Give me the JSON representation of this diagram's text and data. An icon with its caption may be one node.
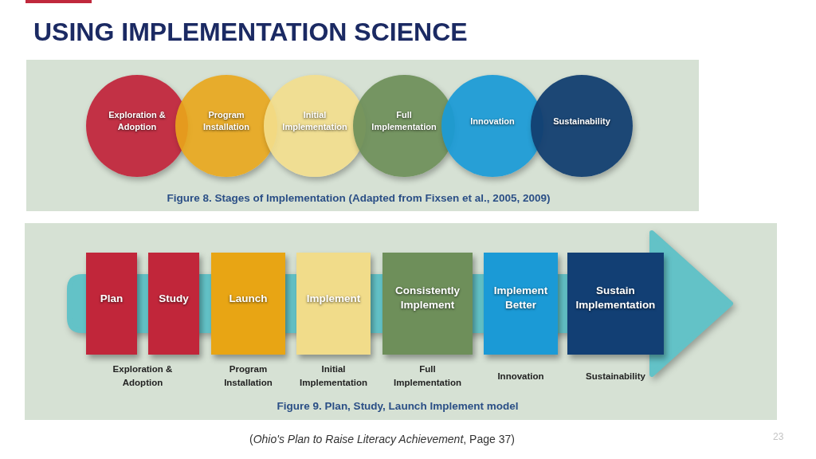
{
  "diagram": {
    "title": "USING IMPLEMENTATION SCIENCE",
    "nodes": [
      {
        "text": [
          "Figure 8. Stages of Implementation (Adapted from Fixsen et al., 2005, 2009)"
        ]
      },
      {
        "text": [
          "Exploration & Adoption"
        ],
        "in": 0
      },
      {
        "text": [
          "Program Installation"
        ],
        "in": 0
      },
      {
        "text": [
          "Initial Implementation"
        ],
        "in": 0
      },
      {
        "text": [
          "Full Implementation"
        ],
        "in": 0
      },
      {
        "text": [
          "Innovation"
        ],
        "in": 0
      },
      {
        "text": [
          "Sustainability"
        ],
        "in": 0
      },
      {
        "text": [
          "Figure 9. Plan, Study, Launch Implement model"
        ]
      },
      {
        "text": [
          "Plan"
        ],
        "in": 7
      },
      {
        "text": [
          "Study"
        ],
        "in": 7
      },
      {
        "text": [
          "Launch"
        ],
        "in": 7,
        "beside": [
          "Program Installation"
        ]
      },
      {
        "text": [
          "Implement"
        ],
        "in": 7,
        "beside": [
          "Initial Implementation"
        ]
      },
      {
        "text": [
          "Consistently Implement"
        ],
        "in": 7,
        "beside": [
          "Full Implementation"
        ]
      },
      {
        "text": [
          "Implement Better"
        ],
        "in": 7,
        "beside": [
          "Innovation"
        ]
      },
      {
        "text": [
          "Sustain Implementation"
        ],
        "in": 7,
        "beside": [
          "Sustainability"
        ]
      }
    ],
    "labels": [
      "Exploration & Adoption",
      "23"
    ],
    "caption": "(*Ohio's Plan to Raise Literacy Achievement*, Page 37)"
  }
}
